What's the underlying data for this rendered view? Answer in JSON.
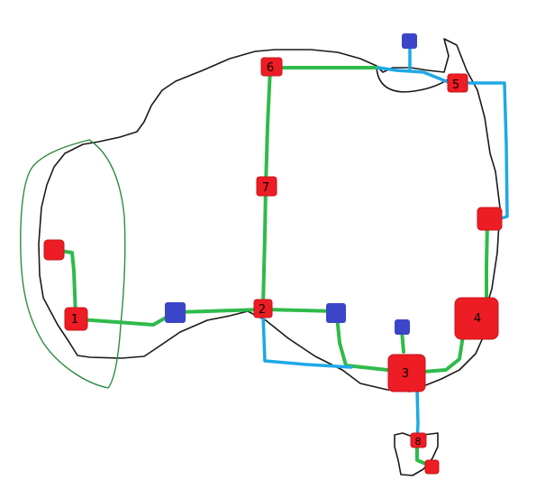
{
  "colors": {
    "background": "#ffffff",
    "outline": "#1a1a1a",
    "green_route": "#2ebb4b",
    "blue_route": "#1ea8e6",
    "red_node": "#ee1c24",
    "blue_node": "#3b45c8",
    "node_border": "#c4161c",
    "region_outline": "#2e8b3e"
  },
  "nodes": {
    "n1": {
      "label": "1"
    },
    "n2": {
      "label": "2"
    },
    "n3": {
      "label": "3"
    },
    "n4": {
      "label": "4"
    },
    "n5": {
      "label": "5"
    },
    "n6": {
      "label": "6"
    },
    "n7": {
      "label": "7"
    },
    "n8": {
      "label": "8"
    }
  }
}
